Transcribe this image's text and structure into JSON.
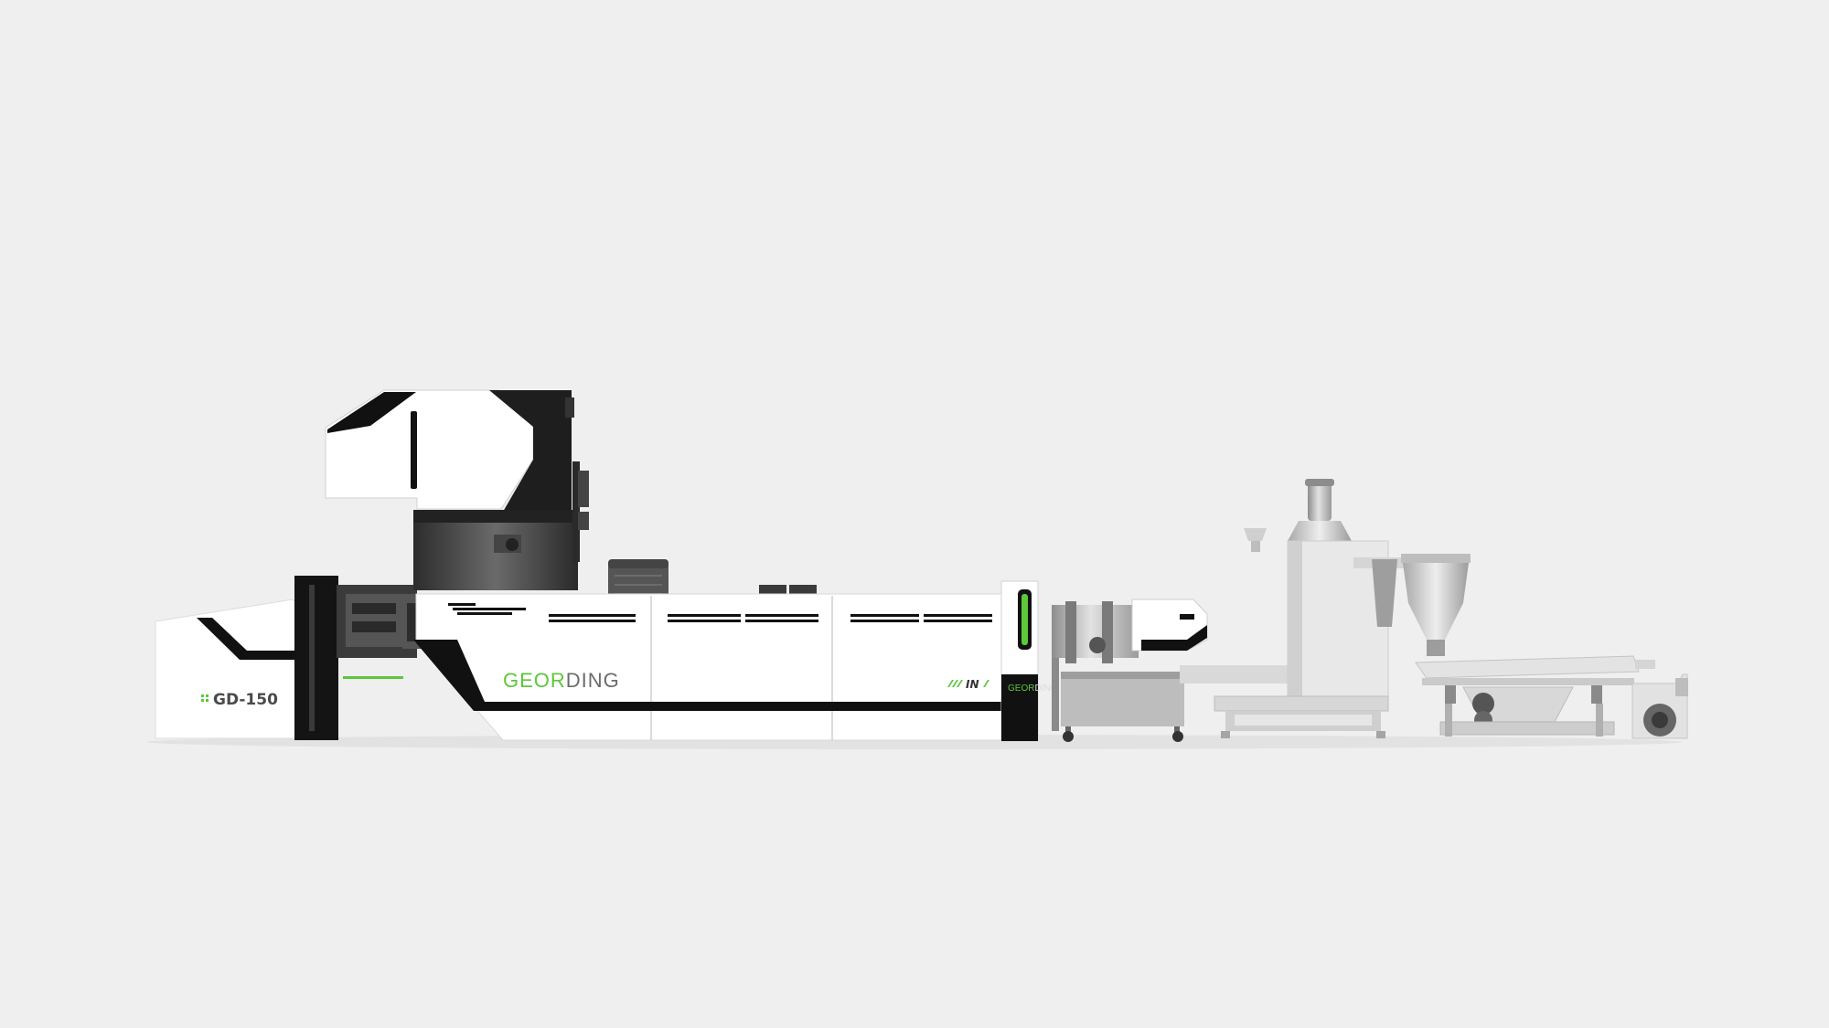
{
  "colors": {
    "background": "#efefef",
    "accent_green": "#5cc83a",
    "machine_white": "#ffffff",
    "machine_black": "#111111",
    "steel_gray": "#bdbdbd"
  },
  "machine": {
    "model_label": "GD-150",
    "brand_main_prefix": "GEOR",
    "brand_main_suffix": "DING",
    "brand_small_prefix": "GEOR",
    "brand_small_suffix": "DING",
    "in_badge": "IN"
  }
}
